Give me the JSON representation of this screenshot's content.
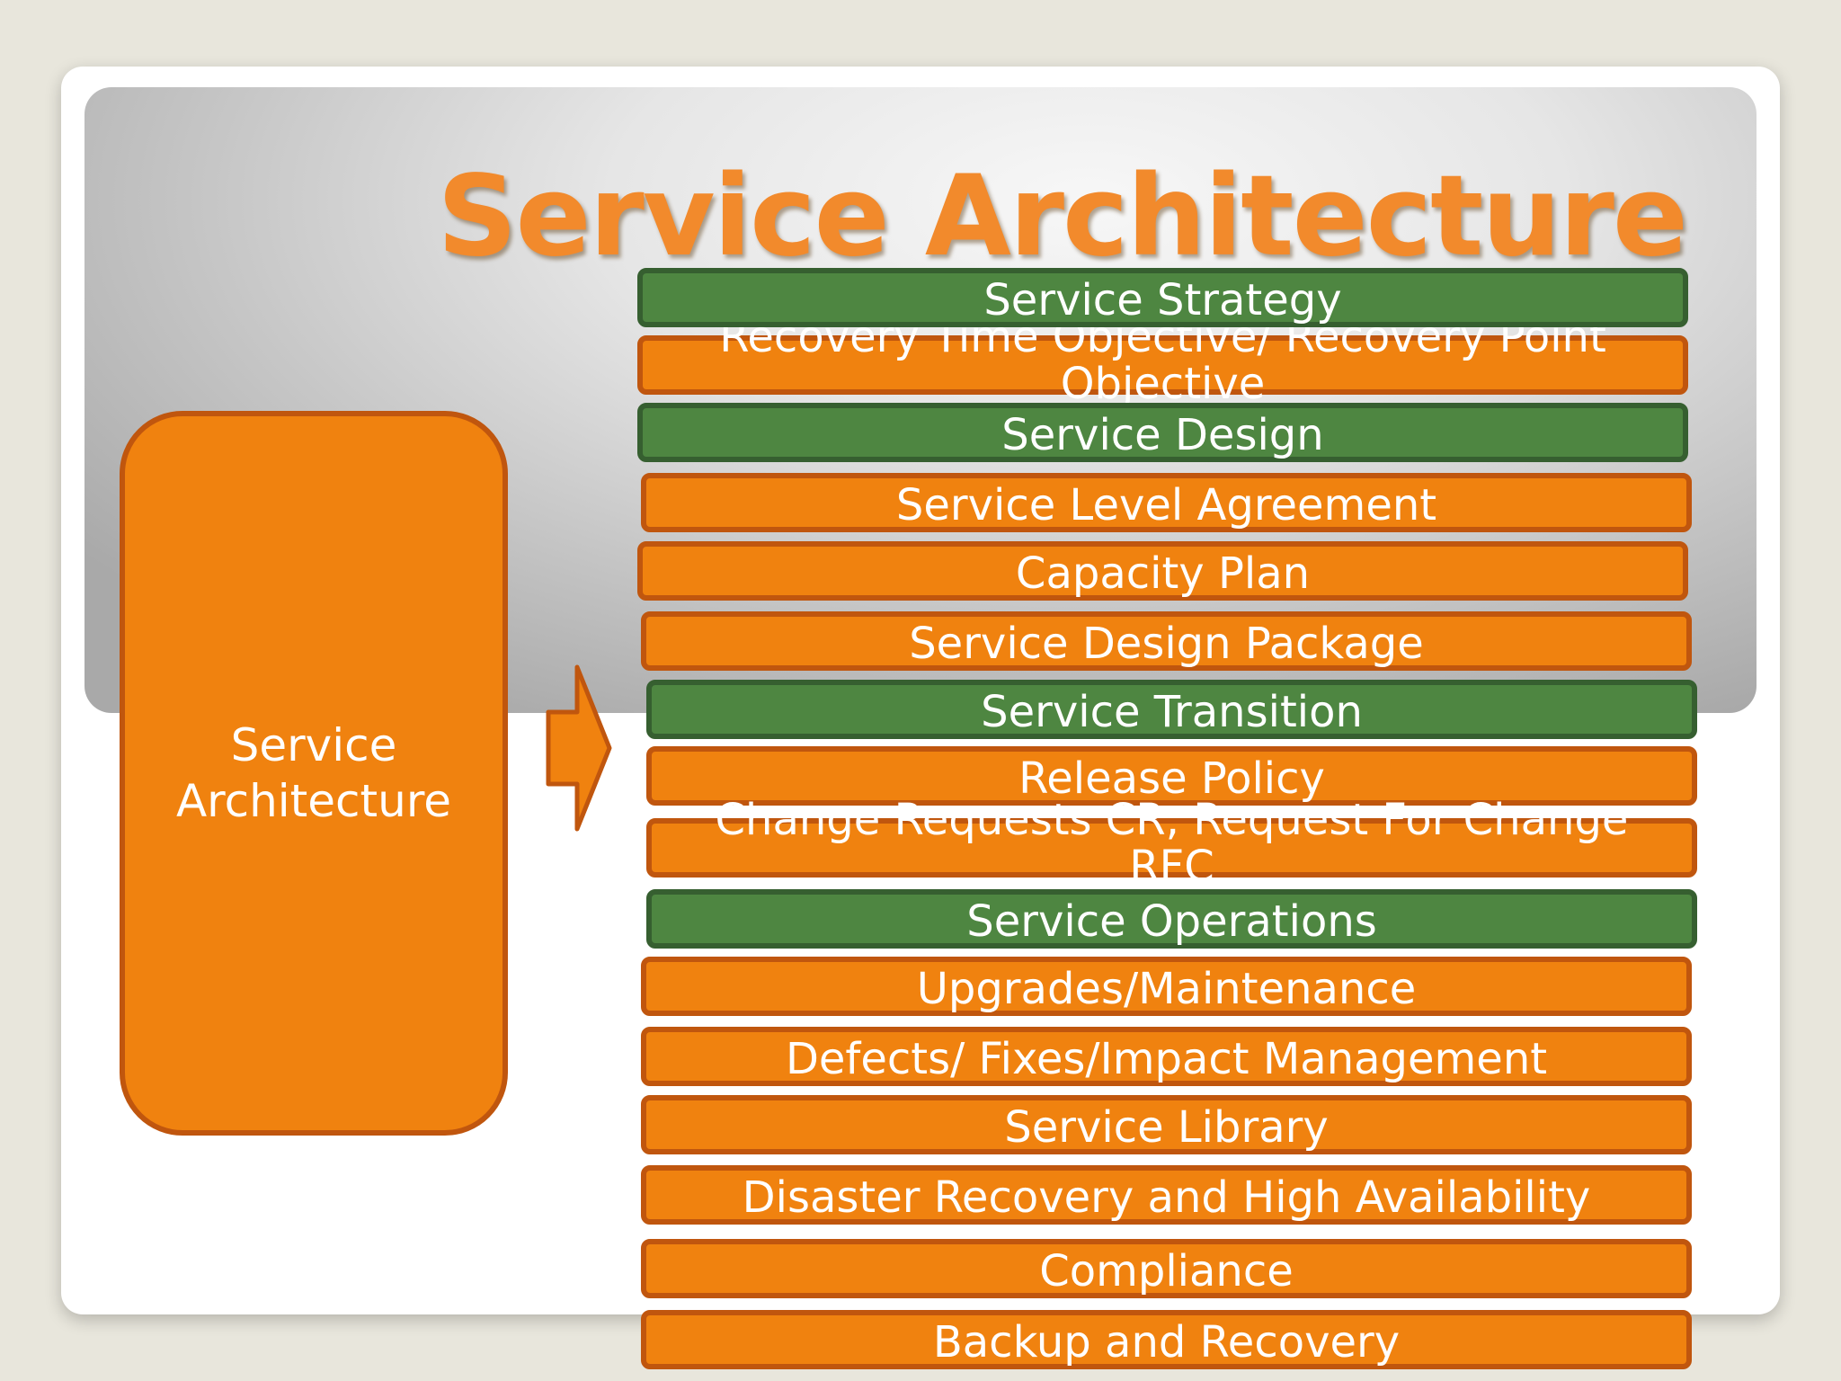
{
  "slide": {
    "title": "Service Architecture"
  },
  "diagram": {
    "main_box": {
      "label": "Service Architecture"
    },
    "colors": {
      "category": "#4e8641",
      "item": "#f0820f",
      "item_border": "#c0560e",
      "title": "#f28a2c"
    },
    "bars": [
      {
        "label": "Service Strategy",
        "kind": "category"
      },
      {
        "label": "Recovery Time Objective/ Recovery Point Objective",
        "kind": "item"
      },
      {
        "label": "Service Design",
        "kind": "category"
      },
      {
        "label": "Service Level Agreement",
        "kind": "item"
      },
      {
        "label": "Capacity Plan",
        "kind": "item"
      },
      {
        "label": "Service Design Package",
        "kind": "item"
      },
      {
        "label": "Service Transition",
        "kind": "category"
      },
      {
        "label": "Release Policy",
        "kind": "item"
      },
      {
        "label": "Change Requests CR, Request For Change RFC",
        "kind": "item"
      },
      {
        "label": "Service Operations",
        "kind": "category"
      },
      {
        "label": "Upgrades/Maintenance",
        "kind": "item"
      },
      {
        "label": "Defects/ Fixes/Impact Management",
        "kind": "item"
      },
      {
        "label": "Service Library",
        "kind": "item"
      },
      {
        "label": "Disaster Recovery and High Availability",
        "kind": "item"
      },
      {
        "label": "Compliance",
        "kind": "item"
      },
      {
        "label": "Backup and Recovery",
        "kind": "item"
      }
    ]
  }
}
